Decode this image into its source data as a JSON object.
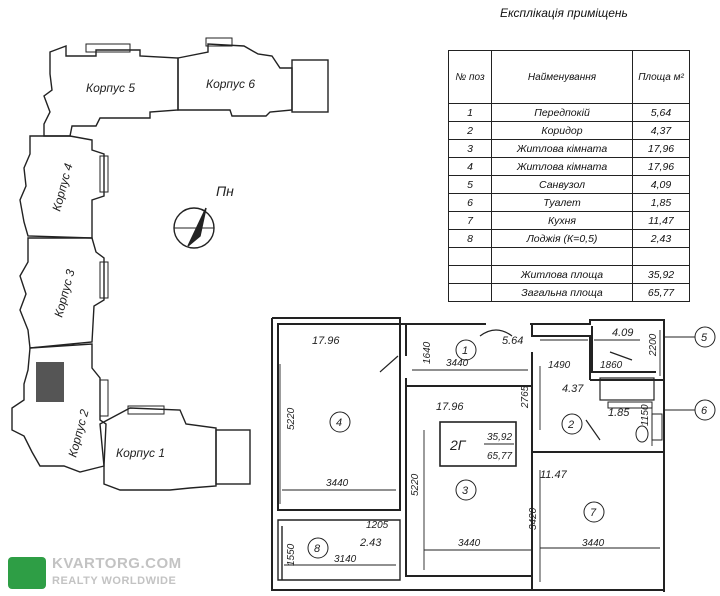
{
  "explication": {
    "title": "Експлікація приміщень",
    "header_num": "№ поз",
    "header_name": "Найменування",
    "header_area": "Площа м²",
    "rows": [
      {
        "num": "1",
        "name": "Передпокій",
        "area": "5,64"
      },
      {
        "num": "2",
        "name": "Коридор",
        "area": "4,37"
      },
      {
        "num": "3",
        "name": "Житлова кімната",
        "area": "17,96"
      },
      {
        "num": "4",
        "name": "Житлова кімната",
        "area": "17,96"
      },
      {
        "num": "5",
        "name": "Санвузол",
        "area": "4,09"
      },
      {
        "num": "6",
        "name": "Туалет",
        "area": "1,85"
      },
      {
        "num": "7",
        "name": "Кухня",
        "area": "11,47"
      },
      {
        "num": "8",
        "name": "Лоджія (К=0,5)",
        "area": "2,43"
      }
    ],
    "living_area_label": "Житлова площа",
    "living_area_value": "35,92",
    "total_area_label": "Загальна площа",
    "total_area_value": "65,77"
  },
  "site_plan": {
    "buildings": [
      "Корпус 5",
      "Корпус 6",
      "Корпус 4",
      "Корпус 3",
      "Корпус 2",
      "Корпус 1"
    ],
    "north_label": "Пн"
  },
  "floor_plan": {
    "room_areas": {
      "r4": "17.96",
      "r1": "5.64",
      "r5": "4.09",
      "r3": "17.96",
      "r2": "4.37",
      "r6": "1.85",
      "r7": "11.47",
      "r8": "2.43"
    },
    "room_numbers": {
      "r1": "1",
      "r2": "2",
      "r3": "3",
      "r4": "4",
      "r5": "5",
      "r6": "6",
      "r7": "7",
      "r8": "8"
    },
    "dimensions": {
      "d3440_top": "3440",
      "d1640": "1640",
      "d1490": "1490",
      "d1860": "1860",
      "d2200": "2200",
      "d2765": "2765",
      "d5220_left": "5220",
      "d5220_mid": "5220",
      "d1150": "1150",
      "d3440_r4": "3440",
      "d3420": "3420",
      "d1205": "1205",
      "d1550": "1550",
      "d3140": "3140",
      "d3440_r3": "3440",
      "d3440_r7": "3440"
    },
    "apartment_type": "2Г",
    "type_living": "35,92",
    "type_total": "65,77"
  },
  "watermark": {
    "line1": "KVARTORG.COM",
    "line2": "REALTY WORLDWIDE"
  }
}
